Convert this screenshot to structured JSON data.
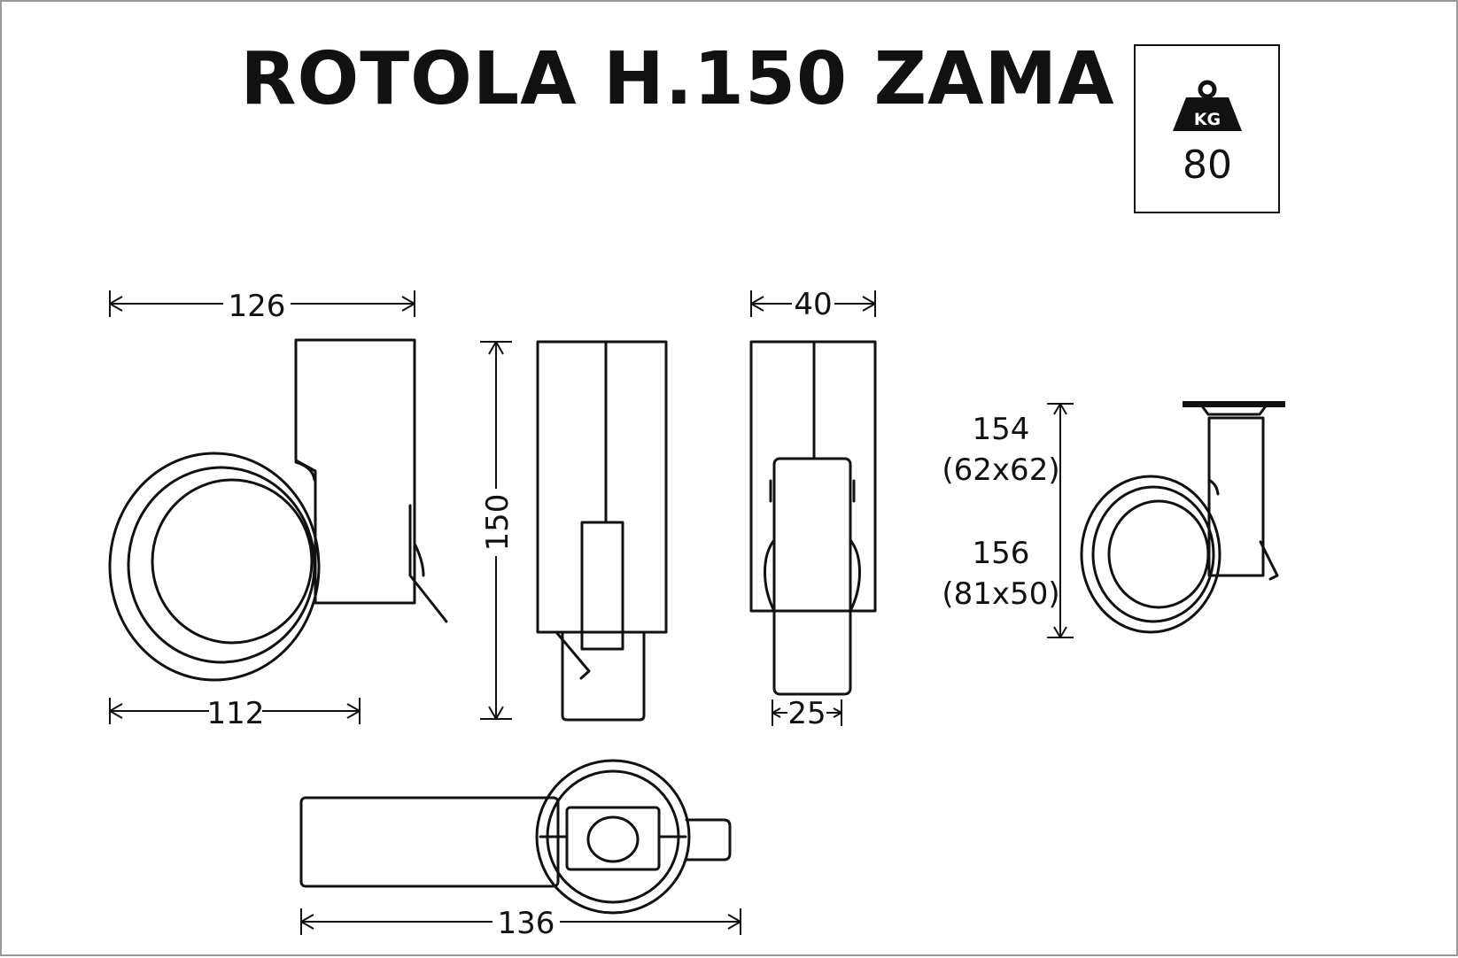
{
  "title": "ROTOLA H.150 ZAMA",
  "load_badge": {
    "unit": "KG",
    "value": "80"
  },
  "dimensions": {
    "width_top": "126",
    "wheel_diameter": "112",
    "height": "150",
    "body_width": "40",
    "wheel_width": "25",
    "depth": "136",
    "variant_a_code": "154",
    "variant_a_plate": "(62x62)",
    "variant_b_code": "156",
    "variant_b_plate": "(81x50)"
  },
  "colors": {
    "line": "#111111",
    "frame": "#9a9a9a",
    "background": "#ffffff"
  }
}
